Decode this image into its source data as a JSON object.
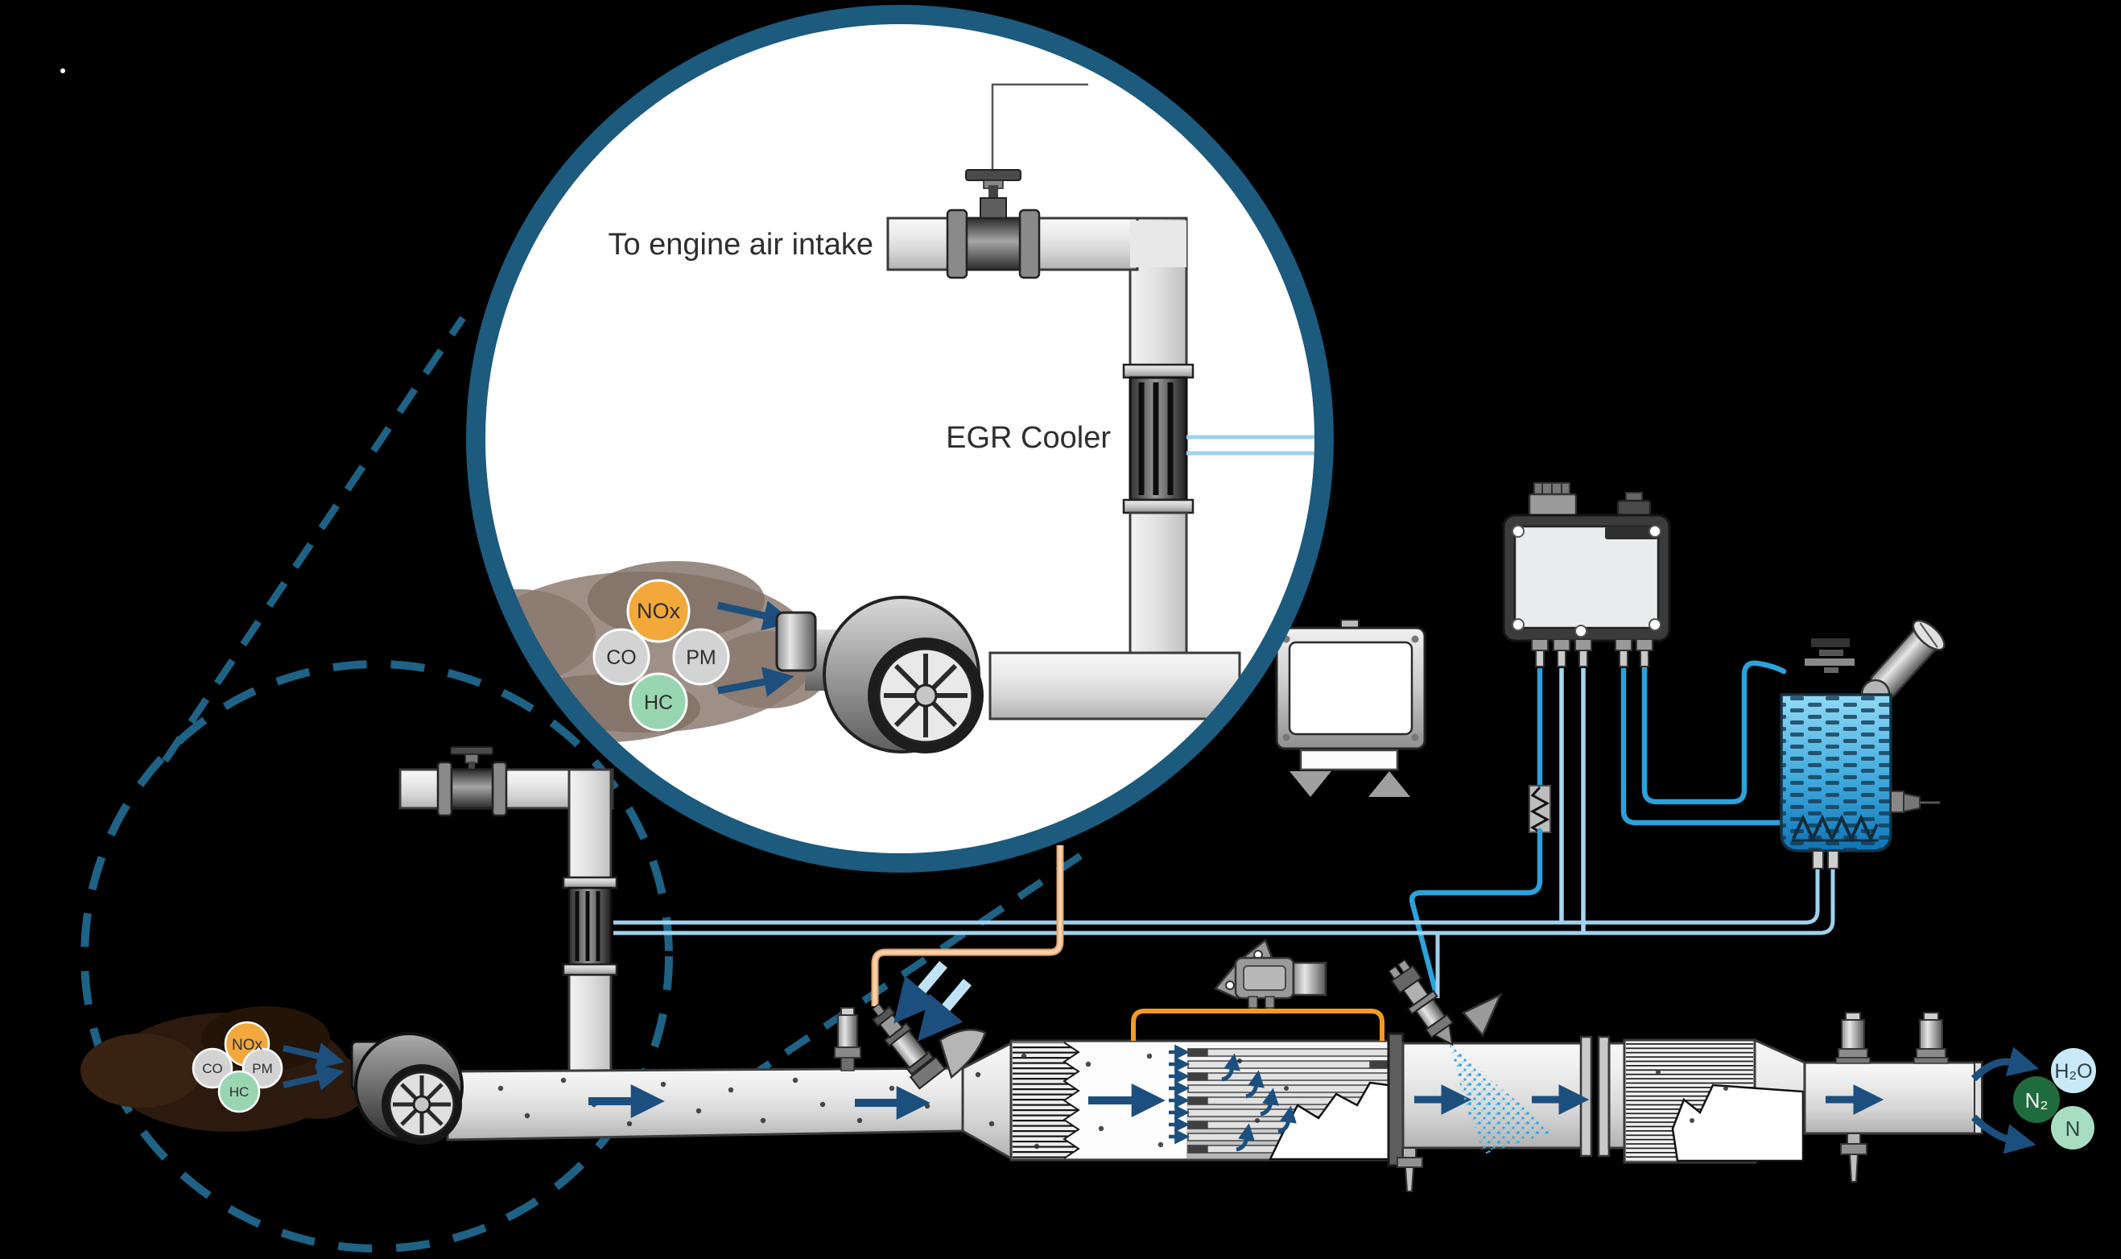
{
  "diagram": {
    "inset": {
      "air_intake_label": "To engine air intake",
      "egr_cooler_label": "EGR Cooler",
      "molecules": {
        "nox": "NOx",
        "co": "CO",
        "pm": "PM",
        "hc": "HC"
      }
    },
    "engine_out": {
      "molecules": {
        "nox": "NOx",
        "co": "CO",
        "pm": "PM",
        "hc": "HC"
      }
    },
    "tailpipe_out": {
      "h2o": "H₂O",
      "n2": "N₂",
      "n": "N"
    },
    "colors": {
      "background": "#000000",
      "inset_ring": "#1C5A7E",
      "dashed_leader": "#1E6285",
      "flow_arrow": "#1C4F7E",
      "wire_blue": "#2BA2DB",
      "wire_light_blue": "#A4D7F2",
      "coolant_def_line": "#9FD2EE",
      "fuel_line_tan": "#F2BE93",
      "pressure_line_orange": "#F59B25",
      "def_spray": "#35A9E0",
      "nox_molecule": "#F2A83B",
      "co_molecule": "#D3D3D3",
      "pm_molecule": "#D3D3D3",
      "hc_molecule": "#97D6B1",
      "h2o_molecule": "#C9E8F8",
      "n2_molecule": "#1F6B3E",
      "n_molecule": "#A8DDC2"
    }
  }
}
